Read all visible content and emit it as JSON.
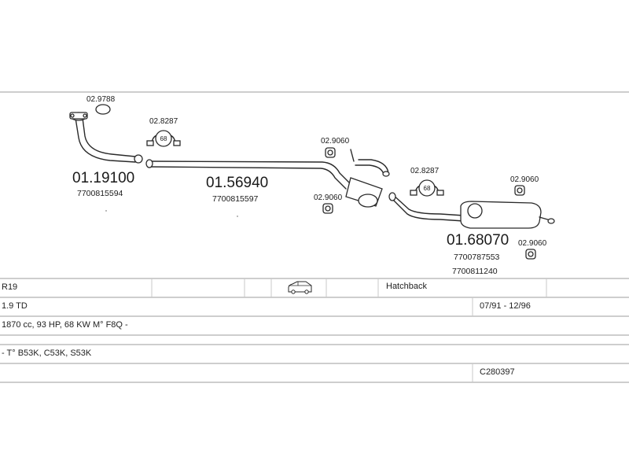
{
  "parts": [
    {
      "id": "clamp_top",
      "number": "02.9788"
    },
    {
      "id": "clamp_a",
      "number": "02.8287"
    },
    {
      "id": "front_pipe",
      "number": "01.19100",
      "oem": [
        "7700815594"
      ]
    },
    {
      "id": "middle_section",
      "number": "01.56940",
      "oem": [
        "7700815597"
      ]
    },
    {
      "id": "mount_a",
      "number": "02.9060"
    },
    {
      "id": "mount_b",
      "number": "02.9060"
    },
    {
      "id": "clamp_b",
      "number": "02.8287"
    },
    {
      "id": "mount_c",
      "number": "02.9060"
    },
    {
      "id": "rear_silencer",
      "number": "01.68070",
      "oem": [
        "7700787553",
        "7700811240"
      ]
    },
    {
      "id": "mount_d",
      "number": "02.9060"
    }
  ],
  "clamp_badge": "68",
  "vehicle": {
    "model": "R19",
    "body": "Hatchback",
    "engine": "1.9 TD",
    "years": "07/91 - 12/96",
    "specs": "1870 cc, 93 HP, 68 KW M° F8Q -",
    "types": "- T° B53K, C53K, S53K",
    "code": "C280397"
  },
  "icons": {
    "body_icon": "hatchback-car-icon"
  }
}
